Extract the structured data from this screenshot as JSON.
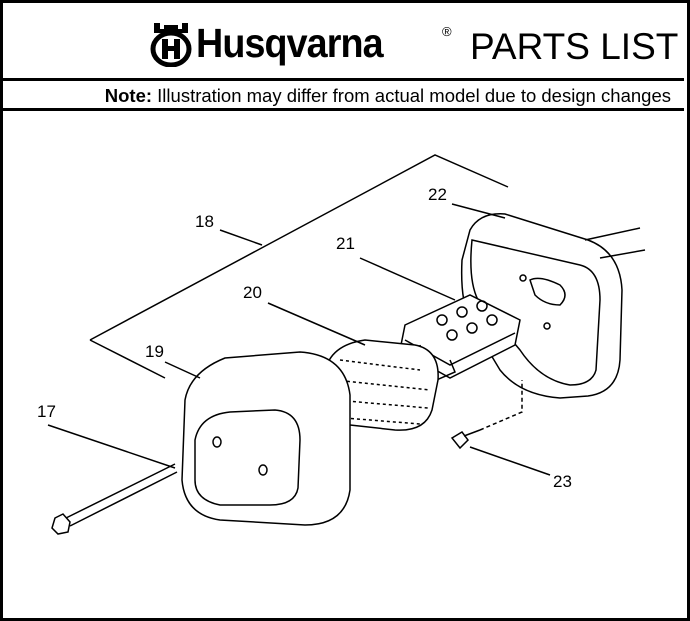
{
  "header": {
    "brand": "Husqvarna",
    "registered": "®",
    "title": "PARTS LIST"
  },
  "note": {
    "label": "Note:",
    "text": " Illustration may differ from actual model due to design changes"
  },
  "parts": {
    "p17": "17",
    "p18": "18",
    "p19": "19",
    "p20": "20",
    "p21": "21",
    "p22": "22",
    "p23": "23"
  }
}
